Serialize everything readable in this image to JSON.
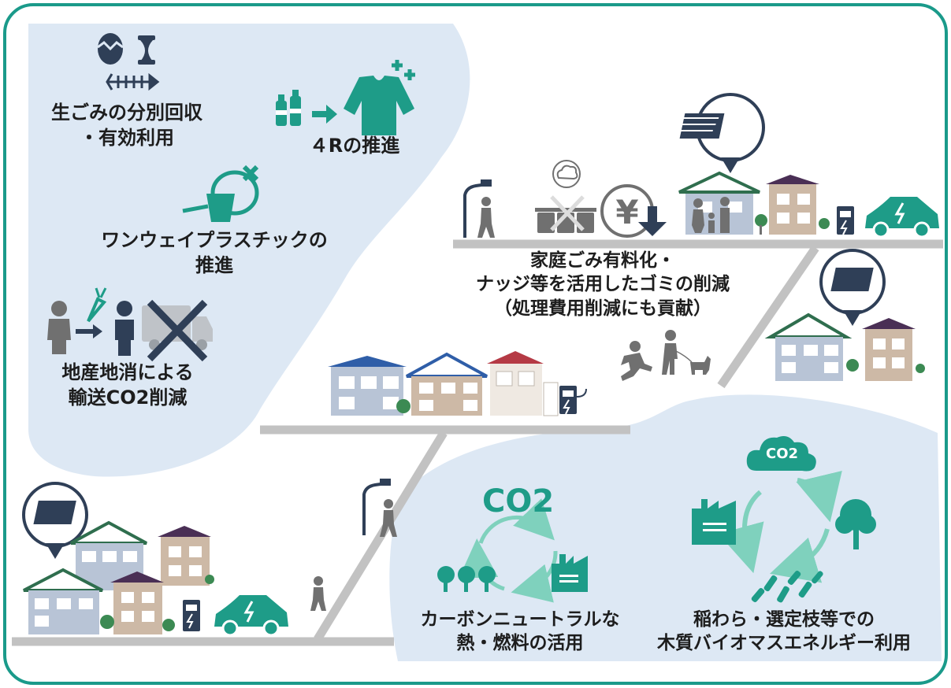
{
  "labels": {
    "food_waste": [
      "生ごみの分別回収",
      "・有効利用"
    ],
    "four_r": "４Rの推進",
    "one_way_plastic": [
      "ワンウェイプラスチックの",
      "推進"
    ],
    "local_production": [
      "地産地消による",
      "輸送CO2削減"
    ],
    "household_waste": [
      "家庭ごみ有料化・",
      "ナッジ等を活用したゴミの削減",
      "（処理費用削減にも貢献）"
    ],
    "carbon_neutral": [
      "カーボンニュートラルな",
      "熱・燃料の活用"
    ],
    "biomass": [
      "稲わら・選定枝等での",
      "木質バイオマスエネルギー利用"
    ]
  },
  "co2_big": "CO2",
  "co2_cloud": "CO2",
  "yen_symbol": "¥",
  "colors": {
    "frame": "#1a9a8a",
    "bubble": "#dde8f4",
    "road": "#c2c2c2",
    "teal": "#1e9c88",
    "light_teal": "#7fd1bd",
    "navy": "#2f3f57",
    "person": "#707070"
  }
}
